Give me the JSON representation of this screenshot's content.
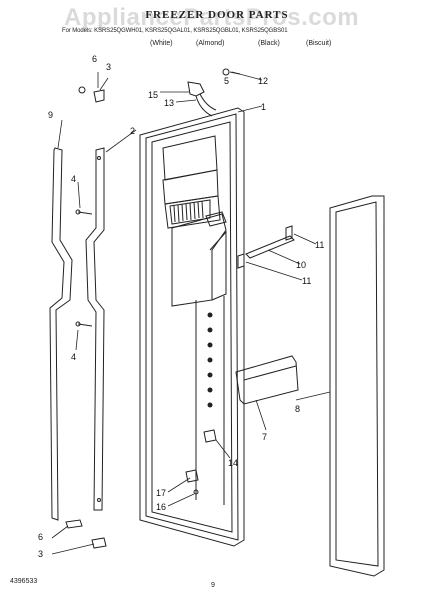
{
  "watermark": "AppliancePartsPros.com",
  "title": "FREEZER DOOR PARTS",
  "models_line": "For Models: KSRS25QGWH01, KSRS25QGAL01, KSRS25QGBL01, KSRS25QGBS01",
  "colors": [
    "(White)",
    "(Almond)",
    "(Black)",
    "(Biscuit)"
  ],
  "footer": {
    "doc_number": "4396533",
    "page_number": "9"
  },
  "callouts": [
    "1",
    "2",
    "3",
    "3",
    "4",
    "4",
    "5",
    "6",
    "6",
    "7",
    "8",
    "9",
    "10",
    "11",
    "11",
    "12",
    "13",
    "14",
    "15",
    "16",
    "17"
  ],
  "colors_hex": {
    "line": "#222222",
    "background": "#ffffff"
  }
}
